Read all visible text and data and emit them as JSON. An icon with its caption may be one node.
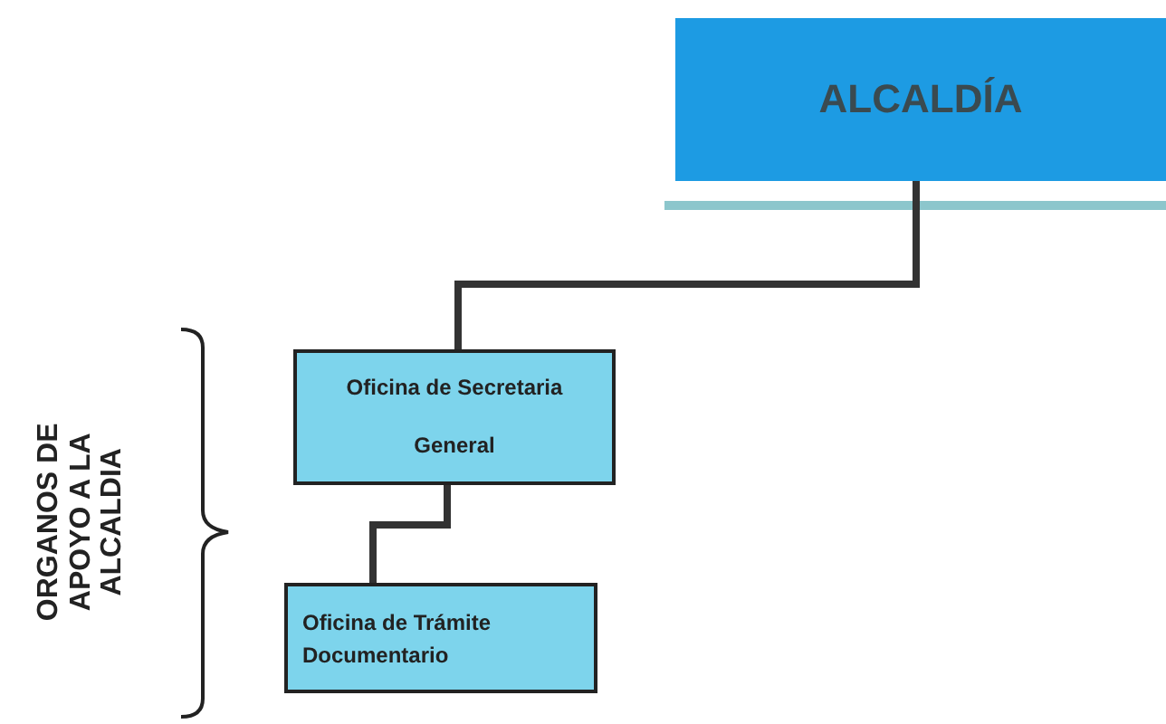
{
  "diagram": {
    "nodes": [
      {
        "text": [
          "ALCALDÍA"
        ]
      },
      {
        "text": [
          "Oficina de Secretaria General"
        ]
      },
      {
        "text": [
          "Oficina de Trámite Documentario"
        ]
      }
    ],
    "edges": [
      {
        "from": 0,
        "to": 1,
        "arrow": "none"
      },
      {
        "from": 1,
        "to": 2,
        "arrow": "none"
      }
    ],
    "labels": [
      "ORGANOS DE APOYO A LA ALCALDIA"
    ]
  }
}
